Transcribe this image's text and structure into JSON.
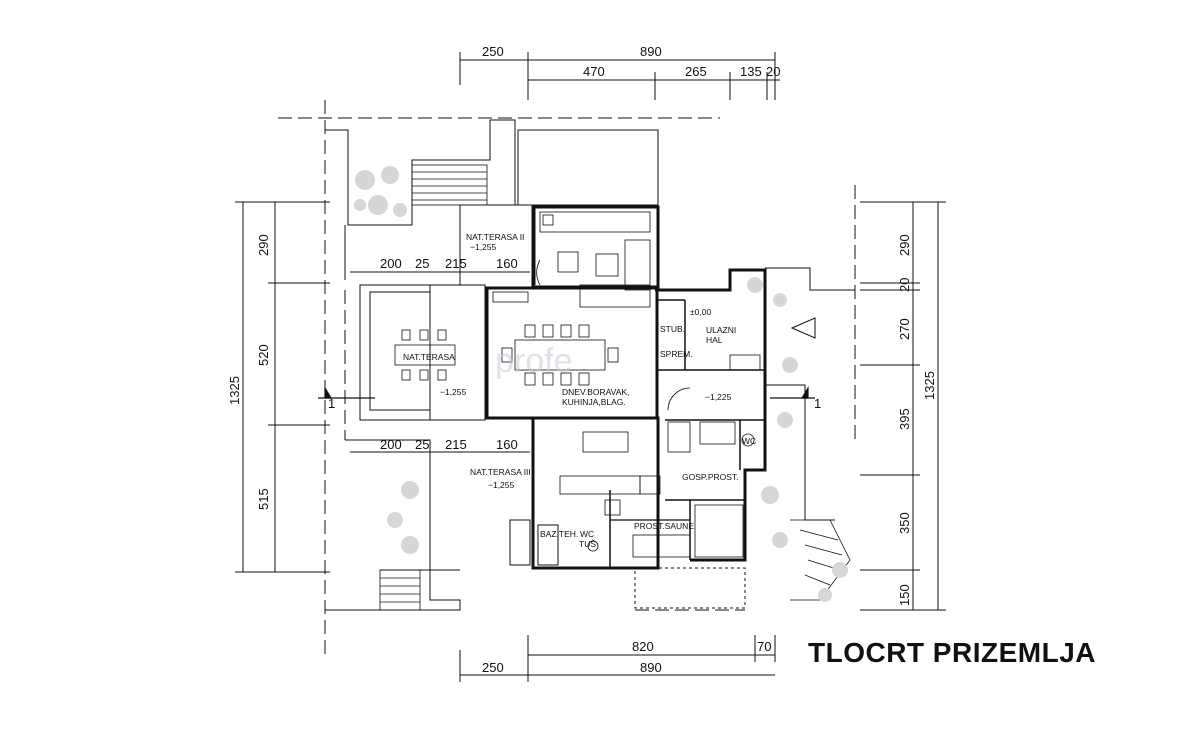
{
  "title": "TLOCRT PRIZEMLJA",
  "watermark": "profe",
  "dims": {
    "top_row1": [
      "250",
      "890"
    ],
    "top_row2": [
      "470",
      "265",
      "135",
      "20"
    ],
    "bottom_row1": [
      "820",
      "70"
    ],
    "bottom_row2": [
      "250",
      "890"
    ],
    "left_total": "1325",
    "left_parts": [
      "290",
      "520",
      "515"
    ],
    "right_total": "1325",
    "right_parts": [
      "290",
      "20",
      "270",
      "395",
      "350",
      "150"
    ],
    "terrace_upper": [
      "200",
      "25",
      "215",
      "160"
    ],
    "terrace_lower": [
      "200",
      "25",
      "215",
      "160"
    ]
  },
  "section_markers": [
    "1",
    "1"
  ],
  "rooms": {
    "terrace2": "NAT.TERASA  II",
    "terrace2_level": "−1,255",
    "terrace": "NAT.TERASA",
    "terrace_level": "−1,255",
    "terrace3": "NAT.TERASA  III",
    "terrace3_level": "−1,255",
    "living": "DNEV.BORAVAK,",
    "living2": "KUHINJA,BLAG.",
    "living_level": "−1,225",
    "stair": "STUB.",
    "storage": "SPREM.",
    "entry_level": "±0,00",
    "entry": "ULAZNI",
    "entry2": "HAL",
    "wc": "WC",
    "utility": "GOSP.PROST.",
    "sauna": "PROST.SAUNE",
    "pool": "BAZ.TEH.",
    "wc_shower": "WC",
    "wc_shower2": "TUŠ"
  }
}
